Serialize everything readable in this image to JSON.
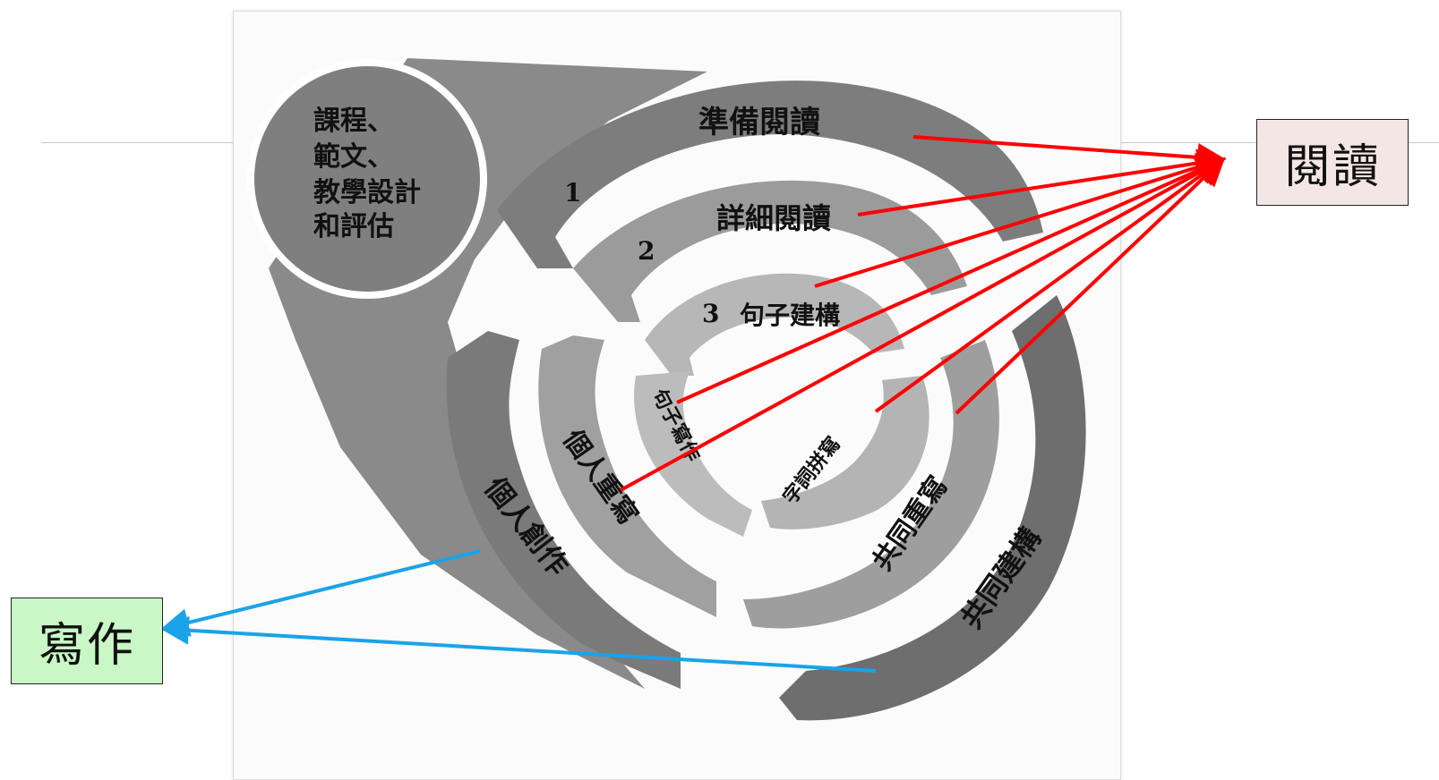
{
  "center_circle": {
    "lines": [
      "課程、",
      "範文、",
      "教學設計",
      "和評估"
    ]
  },
  "stages": [
    {
      "number": "1",
      "label": "準備閱讀"
    },
    {
      "number": "2",
      "label": "詳細閱讀"
    },
    {
      "number": "3",
      "label": "句子建構"
    }
  ],
  "writing_labels": {
    "sentence_writing": "句子寫作",
    "individual_rewriting": "個人重寫",
    "individual_creation": "個人創作",
    "word_spelling": "字詞拼寫",
    "joint_rewriting": "共同重寫",
    "joint_construction": "共同建構"
  },
  "callouts": {
    "reading": "閱讀",
    "writing": "寫作"
  },
  "colors": {
    "reading_arrows": "#ff0000",
    "writing_arrows": "#1aa3e8",
    "reading_box": "#f5e6e6",
    "writing_box": "#c9f7c5",
    "ring_outer": "#7d7d7d",
    "ring_middle": "#9b9b9b",
    "ring_inner": "#b7b7b7"
  }
}
